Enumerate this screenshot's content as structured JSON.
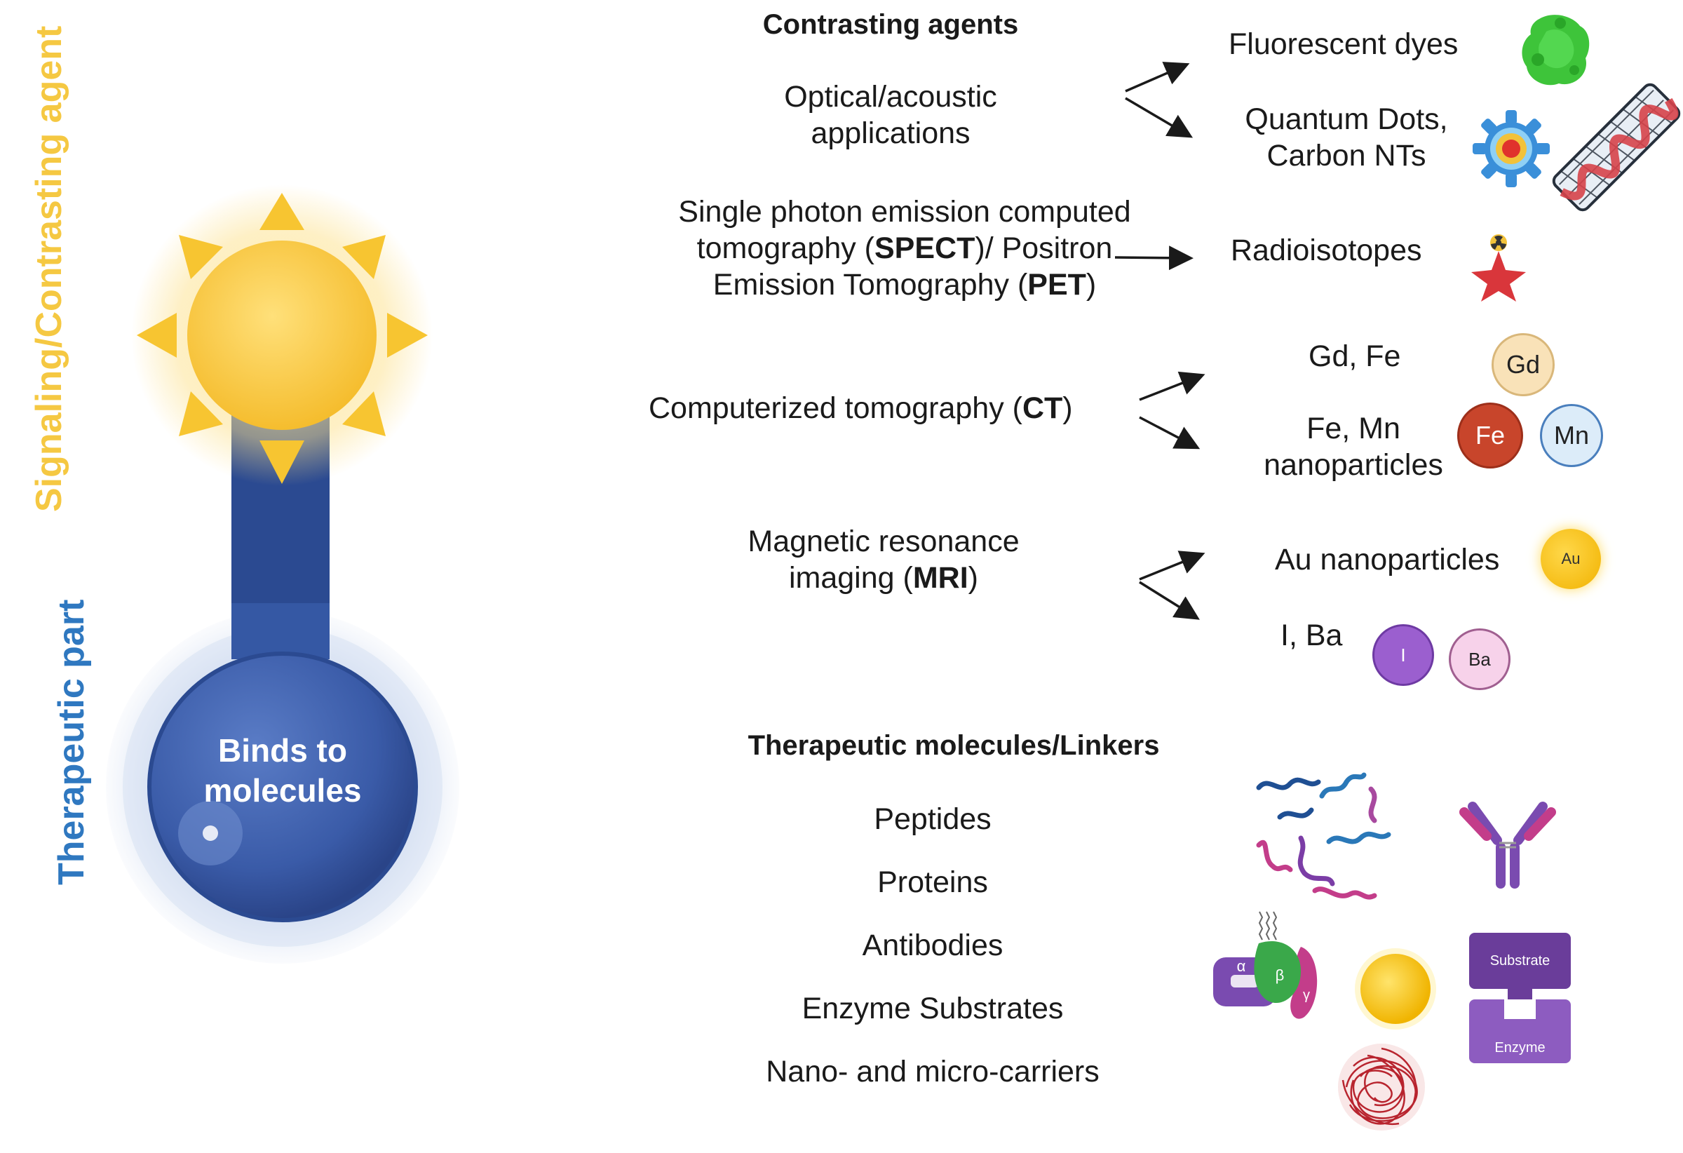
{
  "left": {
    "signaling_label": "Signaling/Contrasting agent",
    "therapeutic_label": "Therapeutic part",
    "binds_label": "Binds to molecules"
  },
  "contrasting": {
    "heading": "Contrasting agents",
    "optical": "Optical/acoustic applications",
    "spect_line1": "Single photon emission computed",
    "spect_line2_a": "tomography (",
    "spect_line2_b": "SPECT",
    "spect_line2_c": ")/ Positron",
    "spect_line3_a": "Emission Tomography (",
    "spect_line3_b": "PET",
    "spect_line3_c": ")",
    "ct_a": "Computerized tomography (",
    "ct_b": "CT",
    "ct_c": ")",
    "mri_line1": "Magnetic resonance",
    "mri_line2_a": "imaging (",
    "mri_line2_b": "MRI",
    "mri_line2_c": ")"
  },
  "agents": {
    "fluorescent": "Fluorescent dyes",
    "quantum": "Quantum Dots, Carbon NTs",
    "radioisotopes": "Radioisotopes",
    "gd_fe": "Gd, Fe",
    "fe_mn": "Fe, Mn nanoparticles",
    "au": "Au nanoparticles",
    "i_ba": "I, Ba"
  },
  "element_discs": {
    "gd": "Gd",
    "fe": "Fe",
    "mn": "Mn",
    "au": "Au",
    "i": "I",
    "ba": "Ba"
  },
  "therapeutic": {
    "heading": "Therapeutic molecules/Linkers",
    "items": [
      "Peptides",
      "Proteins",
      "Antibodies",
      "Enzyme Substrates",
      "Nano- and micro-carriers"
    ]
  },
  "icons": {
    "substrate": "Substrate",
    "enzyme": "Enzyme",
    "alpha": "α",
    "beta": "β",
    "gamma": "γ"
  },
  "colors": {
    "sun": "#f7c531",
    "stem": "#2b4a91",
    "signaling_text": "#f5c842",
    "therapeutic_text": "#2f78c0",
    "ball": "#3a5ba8"
  }
}
